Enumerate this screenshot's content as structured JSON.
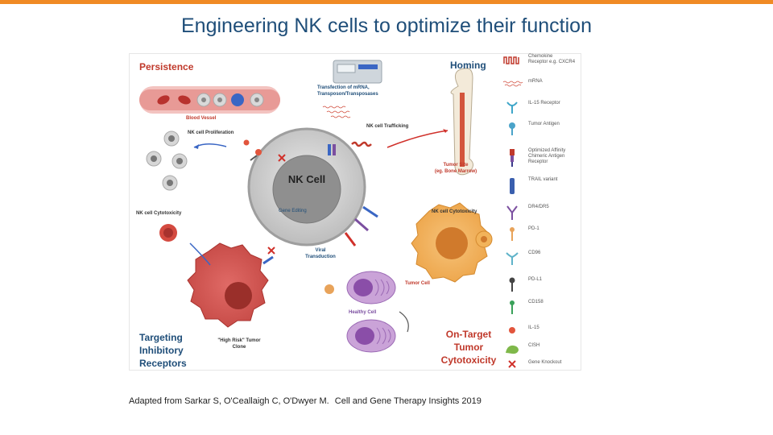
{
  "colors": {
    "accent_bar": "#f08a24",
    "title": "#1f4e79",
    "heading_blue": "#1f4e79",
    "heading_red": "#c0392b"
  },
  "slide": {
    "title": "Engineering NK cells to optimize their function"
  },
  "figure": {
    "sections": {
      "persistence": "Persistence",
      "homing": "Homing",
      "targeting": "Targeting\nInhibitory\nReceptors",
      "on_target": "On-Target\nTumor\nCytotoxicity"
    },
    "labels": {
      "blood_vessel": "Blood Vessel",
      "nk_proliferation": "NK cell Proliferation",
      "transfection": "Transfection of mRNA,\nTransposon/Transposases",
      "nk_trafficking": "NK cell Trafficking",
      "tumor_site": "Tumor Site\n(eg. Bone Marrow)",
      "nk_cell": "NK Cell",
      "gene_editing": "Gene Editing",
      "viral_transduction": "Viral\nTransduction",
      "nk_cytotoxicity_left": "NK cell Cytotoxicity",
      "nk_cytotoxicity_right": "NK cell Cytotoxicity",
      "tumor_cell": "Tumor Cell",
      "healthy_cell": "Healthy Cell",
      "high_risk_clone": "\"High Risk\" Tumor\nClone"
    },
    "legend": [
      {
        "label": "Chemokine\nReceptor e.g. CXCR4",
        "icon": "chemokine-receptor-icon"
      },
      {
        "label": "mRNA",
        "icon": "mrna-icon"
      },
      {
        "label": "IL-15 Receptor",
        "icon": "il15-receptor-icon"
      },
      {
        "label": "Tumor Antigen",
        "icon": "tumor-antigen-icon"
      },
      {
        "label": "Optimized Affinity\nChimeric Antigen\nReceptor",
        "icon": "car-icon"
      },
      {
        "label": "TRAIL variant",
        "icon": "trail-variant-icon"
      },
      {
        "label": "DR4/DR5",
        "icon": "dr4-dr5-icon"
      },
      {
        "label": "PD-1",
        "icon": "pd1-icon"
      },
      {
        "label": "CD96",
        "icon": "cd96-icon"
      },
      {
        "label": "PD-L1",
        "icon": "pdl1-icon"
      },
      {
        "label": "CD158",
        "icon": "cd158-icon"
      },
      {
        "label": "IL-15",
        "icon": "il15-icon"
      },
      {
        "label": "CISH",
        "icon": "cish-icon"
      },
      {
        "label": "Gene Knockout",
        "icon": "gene-knockout-icon"
      }
    ]
  },
  "caption": {
    "authors": "Adapted from Sarkar S, O'Ceallaigh C, O'Dwyer M.",
    "journal": "Cell and Gene Therapy Insights 2019"
  }
}
